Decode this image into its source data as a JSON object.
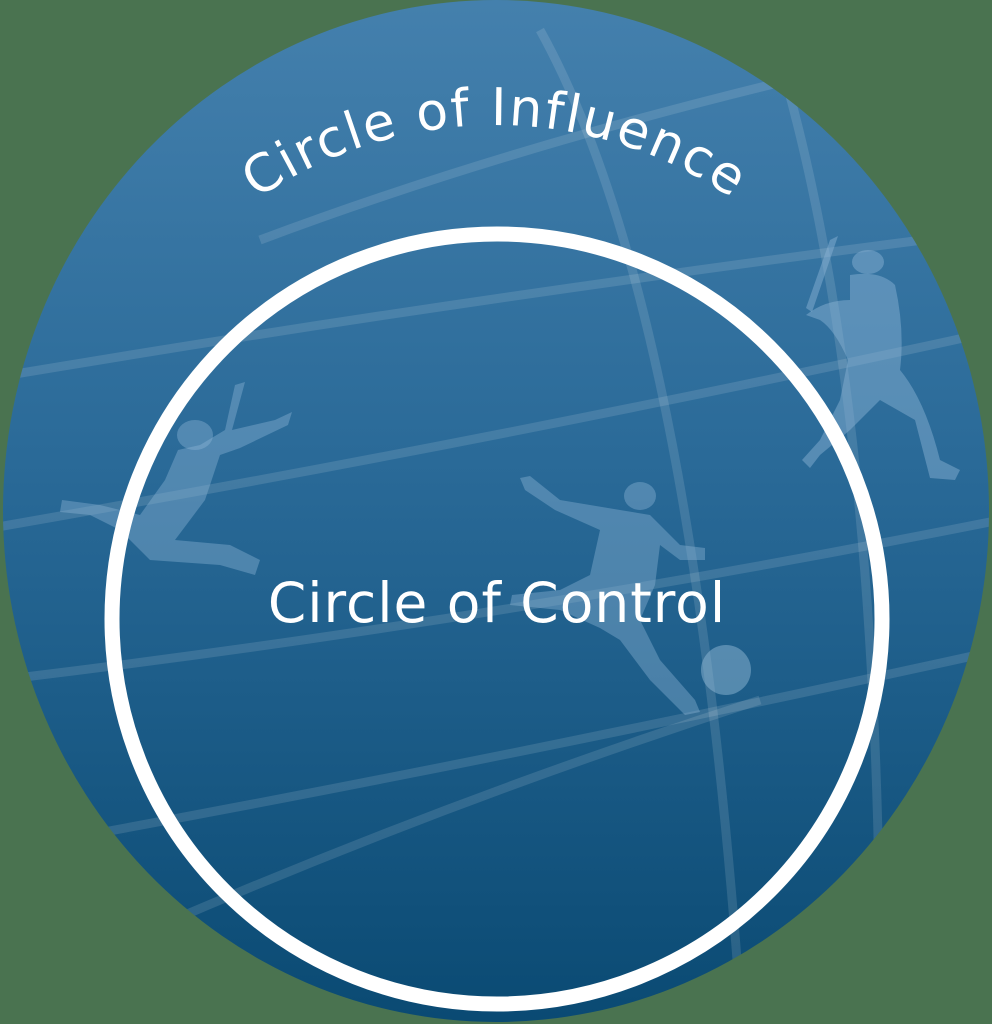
{
  "diagram": {
    "type": "nested-circles",
    "outer_circle": {
      "label": "Circle of Influence",
      "fill_top": "#4480ad",
      "fill_bottom": "#0b4a74"
    },
    "inner_circle": {
      "label": "Circle of Control",
      "stroke": "#ffffff"
    },
    "background_color": "#4a7350",
    "decorations": [
      "baseball-batter-silhouette",
      "soccer-player-leaping-silhouette",
      "soccer-player-kicking-silhouette",
      "soccer-ball",
      "globe-meridian-lines"
    ]
  }
}
